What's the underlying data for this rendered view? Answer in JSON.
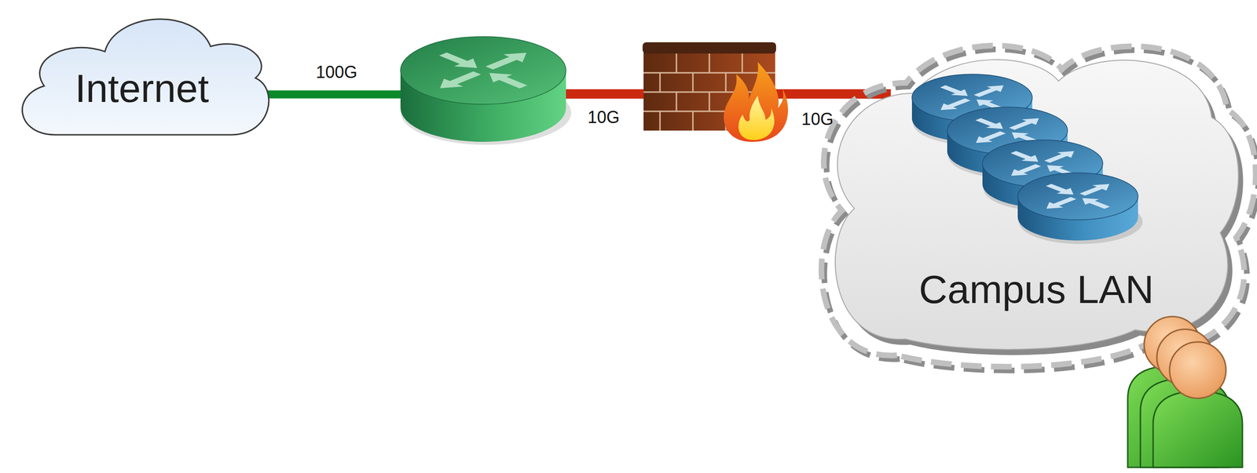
{
  "diagram": {
    "nodes": [
      {
        "text": [
          "Internet"
        ]
      },
      {
        "text": [
          "Campus LAN"
        ]
      }
    ],
    "labels": [
      "100G",
      "10G",
      "10G"
    ]
  }
}
